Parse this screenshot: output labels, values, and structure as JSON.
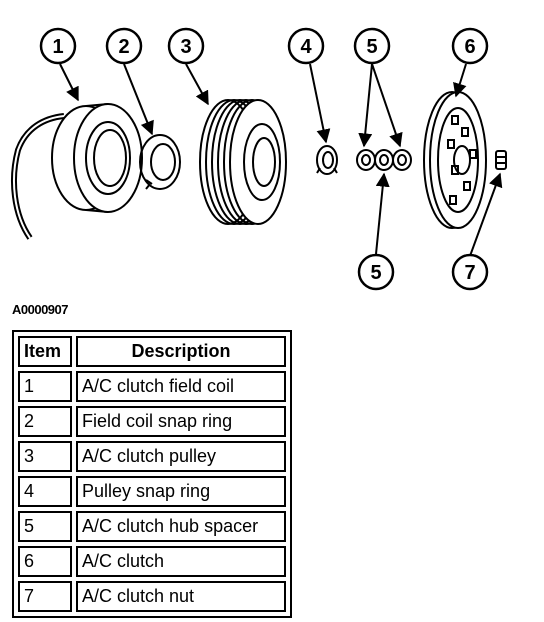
{
  "figure_id": "A0000907",
  "callouts": [
    "1",
    "2",
    "3",
    "4",
    "5",
    "5",
    "6",
    "7"
  ],
  "table": {
    "headers": {
      "item": "Item",
      "description": "Description"
    },
    "rows": [
      {
        "item": "1",
        "description": "A/C clutch field coil"
      },
      {
        "item": "2",
        "description": "Field coil snap ring"
      },
      {
        "item": "3",
        "description": "A/C clutch pulley"
      },
      {
        "item": "4",
        "description": "Pulley snap ring"
      },
      {
        "item": "5",
        "description": "A/C clutch hub spacer"
      },
      {
        "item": "6",
        "description": "A/C clutch"
      },
      {
        "item": "7",
        "description": "A/C clutch nut"
      }
    ]
  }
}
